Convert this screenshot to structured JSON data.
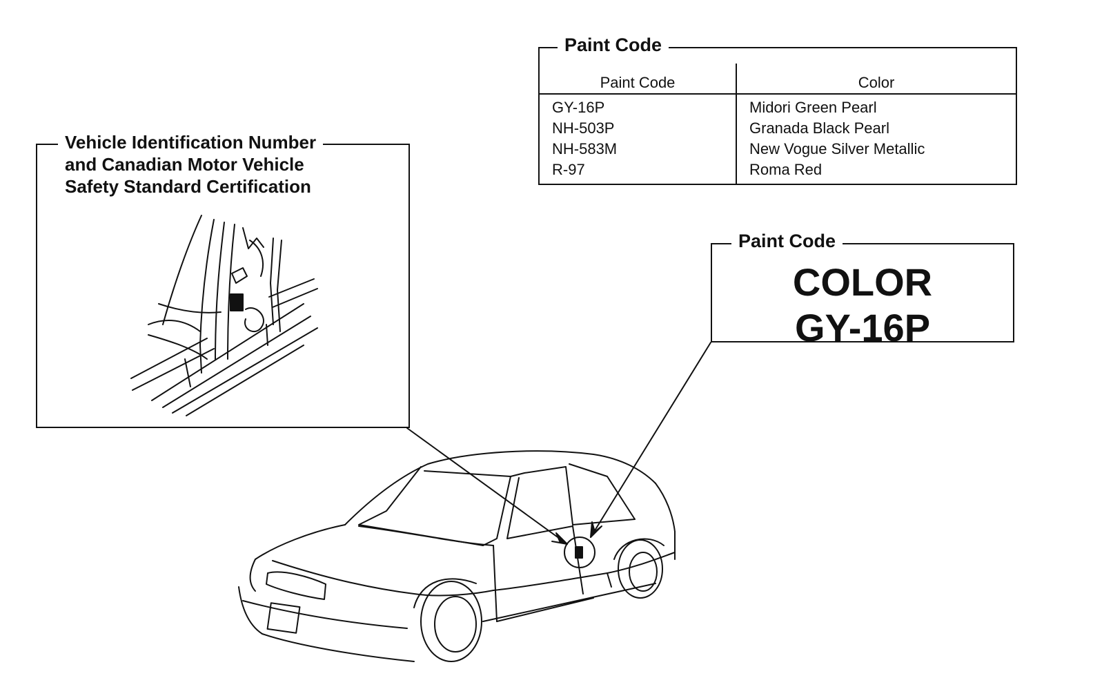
{
  "paint_table": {
    "title": "Paint Code",
    "headers": [
      "Paint Code",
      "Color"
    ],
    "rows": [
      {
        "code": "GY-16P",
        "color": "Midori Green Pearl"
      },
      {
        "code": "NH-503P",
        "color": "Granada Black Pearl"
      },
      {
        "code": "NH-583M",
        "color": "New Vogue Silver Metallic"
      },
      {
        "code": "R-97",
        "color": "Roma Red"
      }
    ]
  },
  "vin_panel": {
    "title_lines": [
      "Vehicle Identification Number",
      "and Canadian Motor Vehicle",
      "Safety Standard Certification"
    ]
  },
  "paint_label": {
    "title": "Paint Code",
    "line1": "COLOR",
    "line2": "GY-16P"
  }
}
